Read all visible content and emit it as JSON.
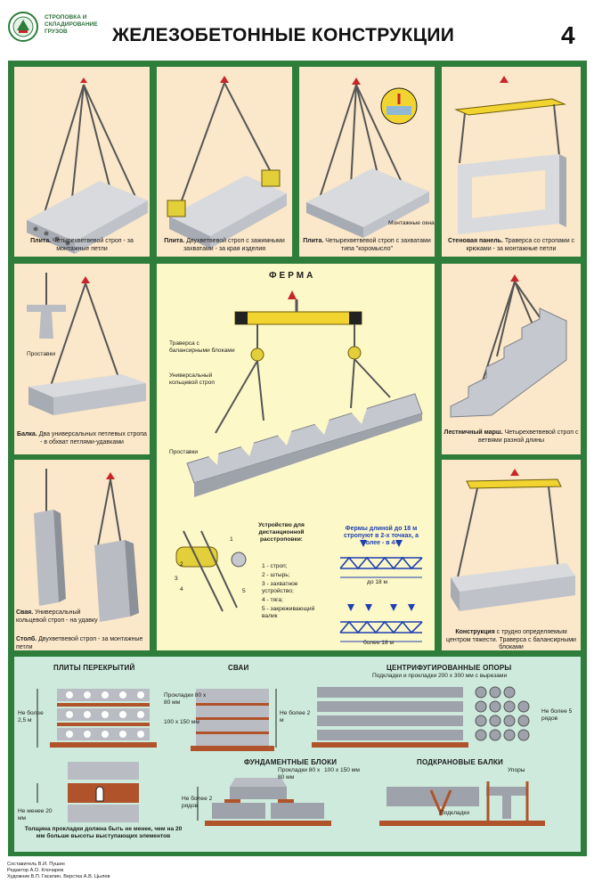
{
  "header": {
    "series": "СТРОПОВКА И СКЛАДИРОВАНИЕ ГРУЗОВ",
    "title": "ЖЕЛЕЗОБЕТОННЫЕ КОНСТРУКЦИИ",
    "page_number": "4"
  },
  "panels": {
    "p1": {
      "caption_bold": "Плита.",
      "caption_text": " Четырехветвевой строп - за монтажные петли"
    },
    "p2": {
      "caption_bold": "Плита.",
      "caption_text": " Двухветвевой строп с зажимными захватами - за края изделия"
    },
    "p3": {
      "caption_bold": "Плита.",
      "caption_text": " Четырехветвевой строп с захватами типа \"коромысло\"",
      "label": "Монтажные окна"
    },
    "p4": {
      "caption_bold": "Стеновая панель.",
      "caption_text": " Траверса со стропами с крюками - за монтажные петли"
    },
    "p5": {
      "caption_bold": "Балка.",
      "caption_text": " Два универсальных петлевых стропа - в обхват петлями-удавками",
      "label": "Проставки"
    },
    "p6": {
      "caption_bold": "Лестничный марш.",
      "caption_text": " Четырехветвевой строп с ветвями разной длины"
    },
    "p7": {
      "caption1_bold": "Свая.",
      "caption1_text": " Универсальный кольцевой строп - на удавку",
      "caption2_bold": "Столб.",
      "caption2_text": " Двухветвевой строп - за монтажные петли"
    },
    "p8": {
      "caption_bold": "Конструкция",
      "caption_text": " с трудно определяемым центром тяжести. Траверса с балансирными блоками"
    }
  },
  "ferma": {
    "title": "ФЕРМА",
    "label_traverse": "Траверса с балансирными блоками",
    "label_strop": "Универсальный кольцевой строп",
    "label_spacers": "Проставки",
    "device_title": "Устройство для дистанционной расстроповки:",
    "device_items": [
      "1 - строп;",
      "2 - штырь;",
      "3 - захватное устройство;",
      "4 - тяга;",
      "5 - закреживающий валик"
    ],
    "rule": "Фермы длиной до 18 м стропуют в 2-х точках, а более - в 4-х",
    "dim1": "до 18 м",
    "dim2": "более 18 м",
    "callouts": [
      "1",
      "2",
      "3",
      "4",
      "5"
    ]
  },
  "storage": {
    "plity": {
      "title": "ПЛИТЫ ПЕРЕКРЫТИЙ",
      "height": "Не более 2,5 м",
      "pad1": "Прокладки 80 х 80 мм",
      "pad2": "100 х 150 мм"
    },
    "svai": {
      "title": "СВАИ",
      "height": "Не более 2 м"
    },
    "opory": {
      "title": "ЦЕНТРИФУГИРОВАННЫЕ ОПОРЫ",
      "subtitle": "Подкладки и прокладки 200 х 300 мм с вырезами",
      "rows": "Не более 5 рядов"
    },
    "prokladka": {
      "min": "Не менее 20 мм",
      "note": "Толщина прокладки должна быть не менее, чем на 20 мм больше высоты выступающих элементов"
    },
    "bloki": {
      "title": "ФУНДАМЕНТНЫЕ БЛОКИ",
      "rows": "Не более 2 рядов",
      "pad1": "Прокладки 80 х 80 мм",
      "pad2": "100 х 150 мм"
    },
    "balki": {
      "title": "ПОДКРАНОВЫЕ БАЛКИ",
      "label1": "Упоры",
      "label2": "Подкладки"
    }
  },
  "footer": {
    "line1": "Составитель В.И. Пушин",
    "line2": "Редактор А.О. Клочарев",
    "line3": "Художник В.П. Гасилин. Верстка А.В. Цылев"
  },
  "colors": {
    "frame_green": "#2e7d3b",
    "panel_peach": "#fbe7c9",
    "panel_yellow": "#fdf8c8",
    "panel_mint": "#cdeadd",
    "traverse_yellow": "#f2d430",
    "hook_red": "#c8262a",
    "concrete": "#b9bcc3",
    "wood": "#b0532a",
    "dim_blue": "#1d3fb0"
  }
}
